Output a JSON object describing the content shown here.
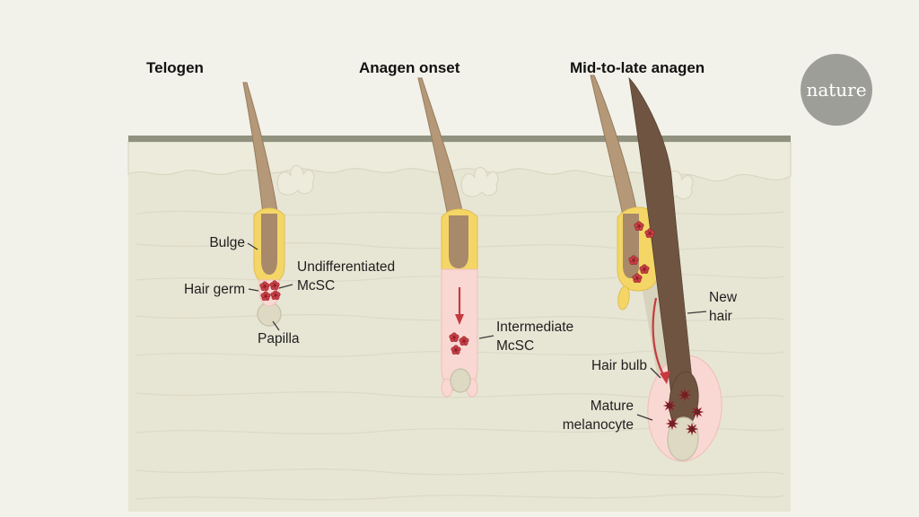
{
  "page": {
    "logo": "nature"
  },
  "stages": [
    {
      "title": "Telogen",
      "labels": {
        "bulge": "Bulge",
        "hair_germ": "Hair germ",
        "papilla": "Papilla",
        "undifferentiated_mcsc": [
          "Undifferentiated",
          "McSC"
        ]
      }
    },
    {
      "title": "Anagen onset",
      "labels": {
        "intermediate_mcsc": [
          "Intermediate",
          "McSC"
        ]
      }
    },
    {
      "title": "Mid-to-late anagen",
      "labels": {
        "new_hair": [
          "New",
          "hair"
        ],
        "hair_bulb": "Hair bulb",
        "mature_melanocyte": [
          "Mature",
          "melanocyte"
        ]
      }
    }
  ],
  "icons": {
    "mcsc_cell": "red-rosette-cell",
    "melanocyte_cell": "dark-spiky-cell"
  },
  "colors": {
    "background": "#f2f1ea",
    "skin": "#e7e5d4",
    "skin_top_band": "#90927f",
    "skin_texture": "#d9d7c3",
    "epidermis_blob": "#edebdb",
    "bulge_yellow": "#f4d666",
    "bulge_outline": "#e2bd50",
    "hair_light": "#b49878",
    "hair_outline": "#977c5d",
    "hair_club": "#a8896a",
    "hair_dark": "#6f5442",
    "hair_dark_outline": "#57412f",
    "germ_pink": "#f9d8d4",
    "germ_outline": "#f0bdb6",
    "sheath": "#d7d3bd",
    "mcsc_red": "#cb4147",
    "mcsc_dark": "#8e2026",
    "melanocyte_dark": "#6b2125",
    "papilla_beige": "#ded9c3",
    "papilla_outline": "#c7c3aa",
    "arrow_red": "#c63a3f",
    "leader": "#3a3a3a",
    "label_text": "#1f1f1f",
    "title_text": "#111111",
    "logo_gray": "#9e9e99",
    "logo_text": "#ffffff"
  }
}
